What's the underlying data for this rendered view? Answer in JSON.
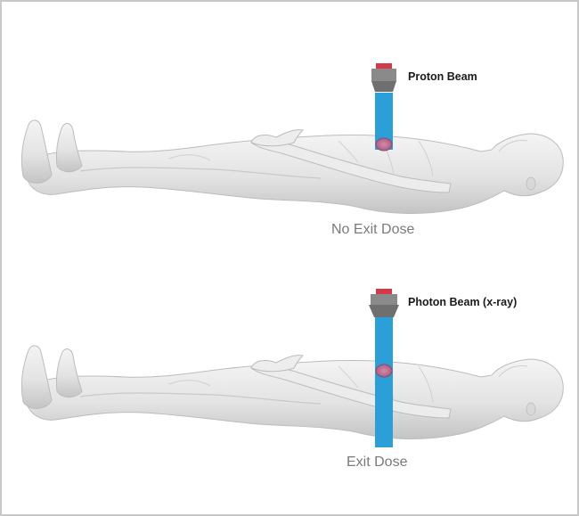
{
  "panels": [
    {
      "beam_label": "Proton Beam",
      "dose_label": "No Exit Dose",
      "beam_type": "proton"
    },
    {
      "beam_label": "Photon Beam (x-ray)",
      "dose_label": "Exit Dose",
      "beam_type": "photon"
    }
  ],
  "colors": {
    "beam": "#2a9fd8",
    "nozzle_cap": "#d23a4a",
    "nozzle": "#7b7b7b",
    "tumor": "#c06b8e",
    "body": "#e6e6e6",
    "body_shadow": "#bdbdbd"
  }
}
